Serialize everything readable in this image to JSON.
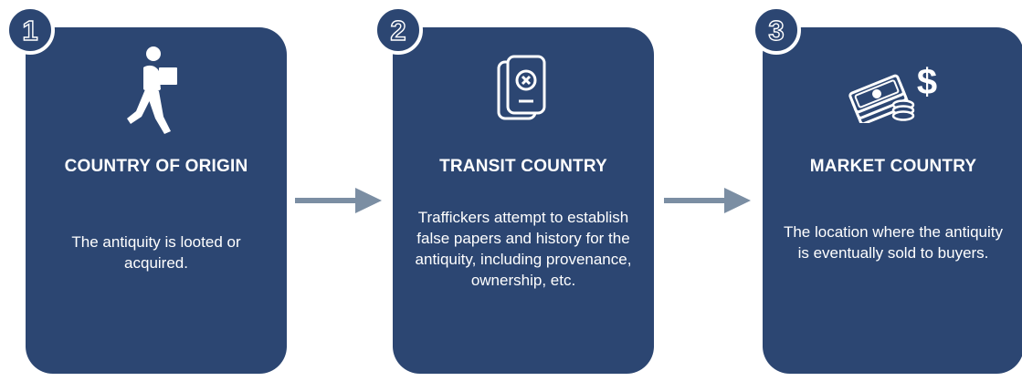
{
  "colors": {
    "card_background": "#2c4672",
    "arrow": "#7b8ea3",
    "text": "#ffffff"
  },
  "steps": [
    {
      "number": "1",
      "icon": "person-carrying-box-icon",
      "title": "COUNTRY OF ORIGIN",
      "description": "The antiquity is looted or acquired."
    },
    {
      "number": "2",
      "icon": "document-x-icon",
      "title": "TRANSIT COUNTRY",
      "description": "Traffickers attempt to establish false papers and history for the antiquity, including provenance, ownership, etc."
    },
    {
      "number": "3",
      "icon": "money-stack-dollar-icon",
      "title": "MARKET COUNTRY",
      "description": "The location where the antiquity is eventually sold to buyers."
    }
  ]
}
